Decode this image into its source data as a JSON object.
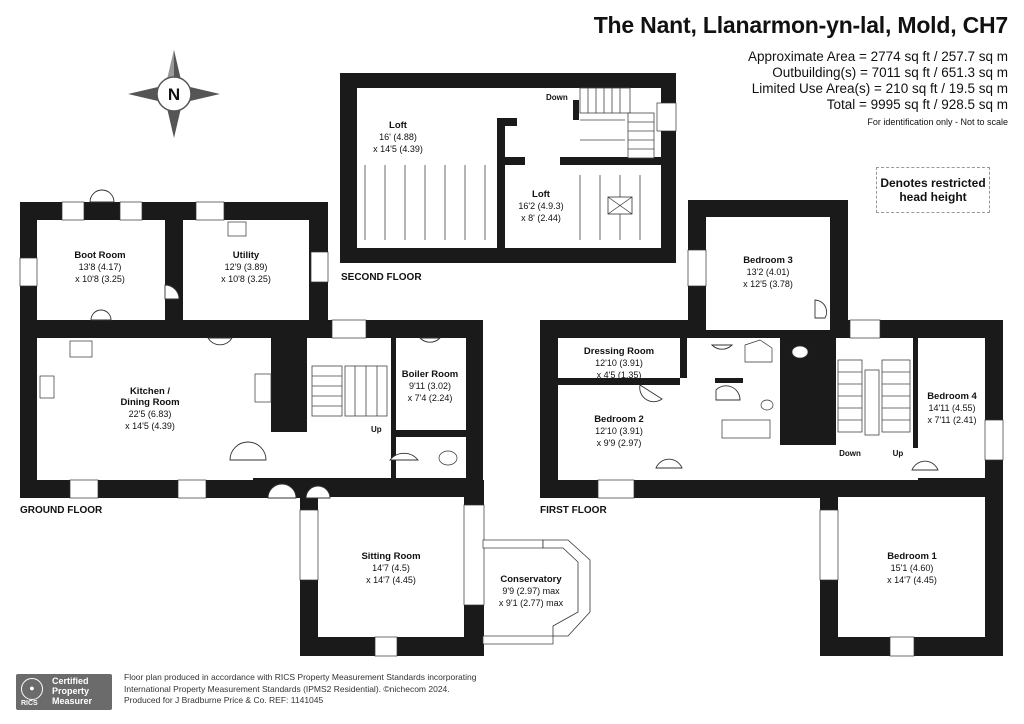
{
  "header": {
    "title": "The Nant, Llanarmon-yn-lal, Mold, CH7",
    "areas": [
      "Approximate Area = 2774 sq ft / 257.7 sq m",
      "Outbuilding(s) = 7011 sq ft / 651.3 sq m",
      "Limited Use Area(s) = 210 sq ft / 19.5 sq m",
      "Total = 9995 sq ft / 928.5 sq m"
    ],
    "disclaimer": "For identification only - Not to scale"
  },
  "legend": {
    "line1": "Denotes restricted",
    "line2": "head height"
  },
  "compass": {
    "label": "N",
    "icon": "compass-rose-icon"
  },
  "floors": {
    "ground": "GROUND FLOOR",
    "first": "FIRST FLOOR",
    "second": "SECOND FLOOR"
  },
  "rooms": {
    "loft1": {
      "name": "Loft",
      "dim1": "16' (4.88)",
      "dim2": "x 14'5 (4.39)"
    },
    "loft2": {
      "name": "Loft",
      "dim1": "16'2 (4.9.3)",
      "dim2": "x 8' (2.44)"
    },
    "boot": {
      "name": "Boot Room",
      "dim1": "13'8 (4.17)",
      "dim2": "x 10'8 (3.25)"
    },
    "utility": {
      "name": "Utility",
      "dim1": "12'9 (3.89)",
      "dim2": "x 10'8 (3.25)"
    },
    "kitchen": {
      "name1": "Kitchen /",
      "name2": "Dining Room",
      "dim1": "22'5 (6.83)",
      "dim2": "x 14'5 (4.39)"
    },
    "boiler": {
      "name": "Boiler Room",
      "dim1": "9'11 (3.02)",
      "dim2": "x 7'4 (2.24)"
    },
    "sitting": {
      "name": "Sitting Room",
      "dim1": "14'7 (4.5)",
      "dim2": "x 14'7 (4.45)"
    },
    "conservatory": {
      "name": "Conservatory",
      "dim1": "9'9 (2.97) max",
      "dim2": "x 9'1 (2.77) max"
    },
    "dressing": {
      "name": "Dressing Room",
      "dim1": "12'10 (3.91)",
      "dim2": "x 4'5 (1.35)"
    },
    "bedroom2": {
      "name": "Bedroom 2",
      "dim1": "12'10 (3.91)",
      "dim2": "x 9'9 (2.97)"
    },
    "bedroom3": {
      "name": "Bedroom 3",
      "dim1": "13'2 (4.01)",
      "dim2": "x 12'5 (3.78)"
    },
    "bedroom4": {
      "name": "Bedroom 4",
      "dim1": "14'11 (4.55)",
      "dim2": "x 7'11 (2.41)"
    },
    "bedroom1": {
      "name": "Bedroom 1",
      "dim1": "15'1 (4.60)",
      "dim2": "x 14'7 (4.45)"
    }
  },
  "stair_labels": {
    "down_second": "Down",
    "up_ground": "Up",
    "down_first": "Down",
    "up_first": "Up"
  },
  "footer": {
    "badge_word": "RICS",
    "badge_line1": "Certified",
    "badge_line2": "Property",
    "badge_line3": "Measurer",
    "line1": "Floor plan produced in accordance with RICS Property Measurement Standards incorporating",
    "line2": "International Property Measurement Standards (IPMS2 Residential).  ©nichecom 2024.",
    "line3": "Produced for J Bradburne Price & Co.   REF:  1141045"
  }
}
